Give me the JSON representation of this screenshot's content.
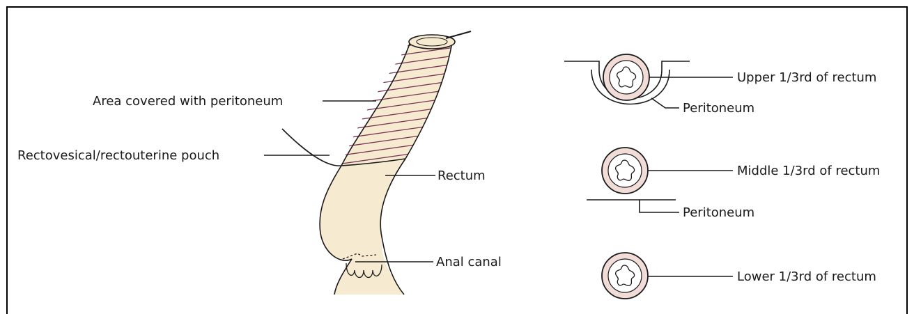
{
  "labels": {
    "area_covered": "Area covered with peritoneum",
    "pouch": "Rectovesical/rectouterine pouch",
    "rectum": "Rectum",
    "anal_canal": "Anal canal",
    "upper_third": "Upper 1/3rd of rectum",
    "peritoneum_upper": "Peritoneum",
    "middle_third": "Middle 1/3rd of rectum",
    "peritoneum_middle": "Peritoneum",
    "lower_third": "Lower 1/3rd of rectum"
  },
  "colors": {
    "tube_fill": "#f6ead0",
    "ring_fill": "#f1dcd8",
    "hatch": "#7a3552",
    "stroke": "#1a1a1a",
    "frame": "#000000"
  }
}
